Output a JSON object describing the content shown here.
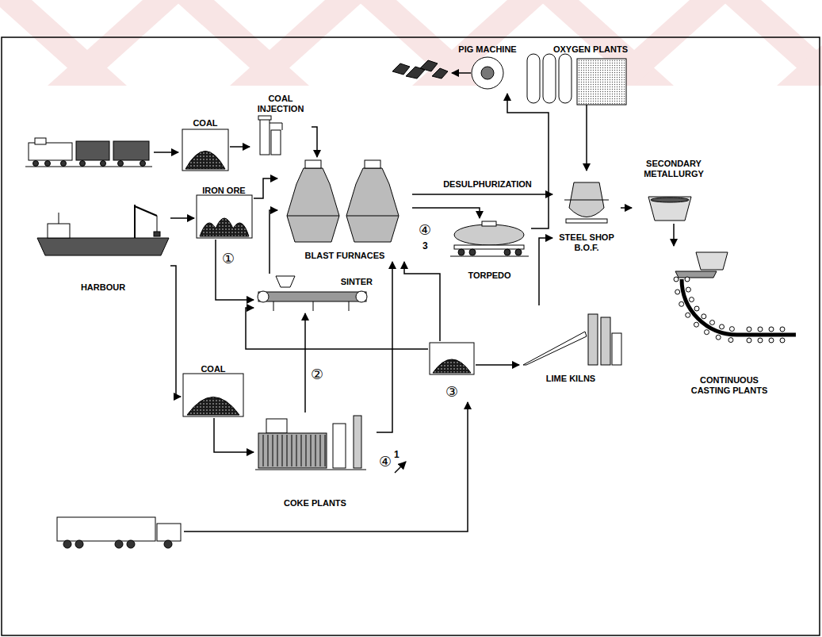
{
  "diagram": {
    "nodes": [
      {
        "text": [
          "COAL"
        ]
      },
      {
        "text": [
          "COAL INJECTION"
        ]
      },
      {
        "text": [
          "PIG MACHINE"
        ]
      },
      {
        "text": [
          "OXYGEN PLANTS"
        ]
      },
      {
        "text": [
          "IRON ORE"
        ]
      },
      {
        "text": [
          "BLAST FURNACES"
        ]
      },
      {
        "text": [
          "STEEL SHOP B.O.F."
        ]
      },
      {
        "text": [
          "SECONDARY METALLURGY"
        ]
      },
      {
        "text": [
          "TORPEDO"
        ]
      },
      {
        "text": [
          "HARBOUR"
        ]
      },
      {
        "text": [
          "SINTER"
        ]
      },
      {
        "text": [
          "③"
        ]
      },
      {
        "text": [
          "LIME KILNS"
        ]
      },
      {
        "text": [
          "CONTINUOUS CASTING PLANTS"
        ]
      },
      {
        "text": [
          "COAL"
        ]
      },
      {
        "text": [
          "COKE PLANTS"
        ]
      }
    ],
    "edges": [
      {
        "from": 0,
        "to": 1,
        "arrow": "to"
      },
      {
        "from": 1,
        "to": 5,
        "arrow": "to"
      },
      {
        "from": 9,
        "to": 4,
        "arrow": "to"
      },
      {
        "from": 9,
        "to": 14,
        "arrow": "to"
      },
      {
        "from": 4,
        "to": 5,
        "arrow": "to"
      },
      {
        "from": 4,
        "to": 10,
        "arrow": "to"
      },
      {
        "from": 10,
        "to": 5,
        "arrow": "to"
      },
      {
        "from": 14,
        "to": 15,
        "arrow": "to"
      },
      {
        "from": 15,
        "to": 10,
        "arrow": "to"
      },
      {
        "from": 15,
        "to": 5,
        "arrow": "to"
      },
      {
        "from": 11,
        "to": 10,
        "arrow": "to"
      },
      {
        "from": 11,
        "to": 5,
        "arrow": "to"
      },
      {
        "from": 11,
        "to": 12,
        "arrow": "to"
      },
      {
        "from": 12,
        "to": 6,
        "arrow": "to"
      },
      {
        "from": 5,
        "to": 8,
        "arrow": "to"
      },
      {
        "from": 5,
        "to": 6,
        "label": "DESULPHURIZATION",
        "arrow": "to"
      },
      {
        "from": 8,
        "to": 2,
        "arrow": "to"
      },
      {
        "from": 3,
        "to": 6,
        "arrow": "to"
      },
      {
        "from": 6,
        "to": 7,
        "arrow": "to"
      },
      {
        "from": 7,
        "to": 13,
        "arrow": "to"
      }
    ],
    "labels": [
      "①",
      "②",
      "④",
      "3",
      "④",
      "1"
    ]
  }
}
